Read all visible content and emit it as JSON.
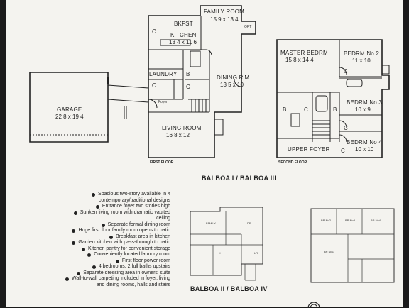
{
  "first_floor": {
    "label": "FIRST FLOOR",
    "rooms": {
      "family_room": {
        "name": "FAMILY ROOM",
        "size": "15 9 x 13 4"
      },
      "bkfst": {
        "name": "BKFST"
      },
      "kitchen": {
        "name": "KITCHEN",
        "size": "13 4 x 11 6"
      },
      "laundry": {
        "name": "LAUNDRY"
      },
      "dining": {
        "name": "DINING R'M",
        "size": "13 5 x 10"
      },
      "living": {
        "name": "LIVING ROOM",
        "size": "16 8 x 12"
      },
      "garage": {
        "name": "GARAGE",
        "size": "22 8 x 19 4"
      },
      "foyer": {
        "name": "Foyer"
      },
      "opt": {
        "name": "OPT"
      }
    }
  },
  "second_floor": {
    "label": "SECOND FLOOR",
    "rooms": {
      "master": {
        "name": "MASTER BEDRM",
        "size": "15 8 x 14 4"
      },
      "bed2": {
        "name": "BEDRM No 2",
        "size": "11 x 10"
      },
      "bed3": {
        "name": "BEDRM No 3",
        "size": "10 x 9"
      },
      "bed4": {
        "name": "BEDRM No 4",
        "size": "10 x 10"
      },
      "upper_foyer": {
        "name": "UPPER FOYER"
      }
    }
  },
  "closet_mark": "C",
  "bath_mark": "B",
  "caption_top": "BALBOA I / BALBOA III",
  "caption_bottom": "BALBOA II / BALBOA IV",
  "mini_plans": {
    "left": {
      "family": "FAMILY",
      "dr": "DR",
      "k": "K",
      "lr": "LR"
    },
    "right": {
      "br2": "BR No2",
      "br3": "BR No3",
      "br4": "BR No4",
      "br1": "BR No1"
    }
  },
  "features": [
    "Spacious two-story available in 4",
    "contemporary/traditional designs",
    "Entrance foyer two stories high",
    "Sunken living room with dramatic vaulted ceiling",
    "Separate formal dining room",
    "Huge first floor family room opens to patio",
    "Breakfast area in kitchen",
    "Garden kitchen with pass-through to patio",
    "Kitchen pantry for convenient storage",
    "Conveniently located laundry room",
    "First floor power room",
    "4 bedrooms, 2 full baths upstairs",
    "Separate dressing area in owners' suite",
    "Wall-to-wall carpeting included in foyer, living",
    "and dining rooms, halls and stairs"
  ],
  "feature_bullets": [
    true,
    false,
    true,
    true,
    true,
    true,
    true,
    true,
    true,
    true,
    true,
    true,
    true,
    true,
    false
  ]
}
